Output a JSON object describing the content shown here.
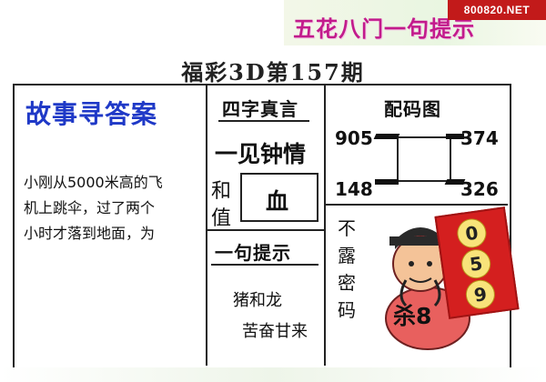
{
  "banner": {
    "text": "五花八门一句提示",
    "site": "800820.NET"
  },
  "issue_title": "福彩3D第157期",
  "story": {
    "title": "故事寻答案",
    "lines": [
      "小刚从5000米高的飞",
      "机上跳伞，过了两个",
      "小时才落到地面，为"
    ]
  },
  "idiom": {
    "title": "四字真言",
    "phrase": "一见钟情",
    "left_chars": [
      "和",
      "值"
    ],
    "center_char": "血"
  },
  "code_map": {
    "title": "配码图",
    "numbers": [
      "905",
      "374",
      "148",
      "326"
    ]
  },
  "hint": {
    "title": "一句提示",
    "lines": [
      "猪和龙",
      "苦奋甘来"
    ]
  },
  "vertical_text": [
    "不",
    "露",
    "密",
    "码"
  ],
  "kill": {
    "text": "杀8",
    "flag_digits": [
      "0",
      "5",
      "9"
    ]
  },
  "colors": {
    "story_title": "#1f39c7",
    "banner_text": "#c21b8c",
    "badge_bg": "#c21a1a",
    "flag": "#d41f1f"
  }
}
